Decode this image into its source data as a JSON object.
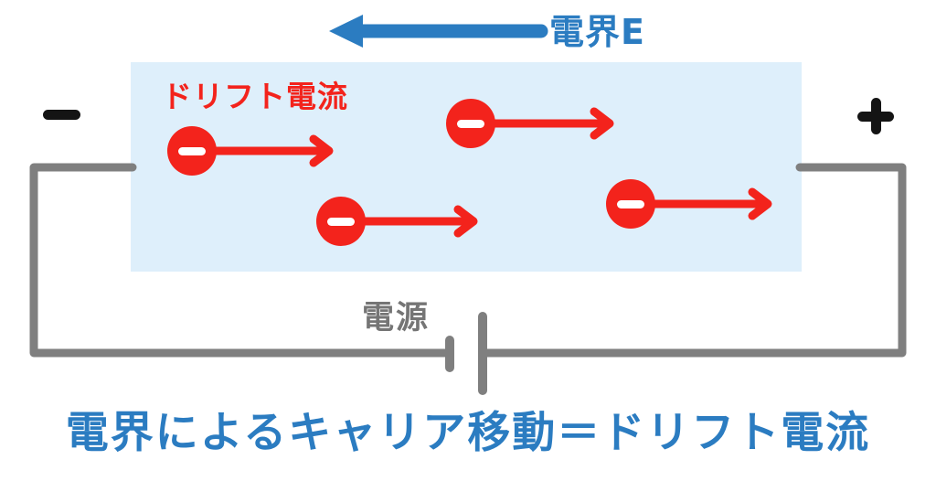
{
  "diagram": {
    "field_arrow": {
      "label": "電界E",
      "direction": "left"
    },
    "conductor": {
      "drift_label": "ドリフト電流",
      "carrier": "electron",
      "carrier_symbol": "−",
      "electron_count": 4
    },
    "terminals": {
      "negative": "−",
      "positive": "＋"
    },
    "battery": {
      "label": "電源"
    },
    "caption": {
      "text": "電界によるキャリア移動＝ドリフト電流"
    },
    "colors": {
      "blue": "#2b7cc1",
      "red": "#f3231c",
      "wire_gray": "#7f7f7f",
      "label_gray": "#757575",
      "conductor_fill": "#deeffb",
      "terminal_black": "#141414"
    }
  }
}
